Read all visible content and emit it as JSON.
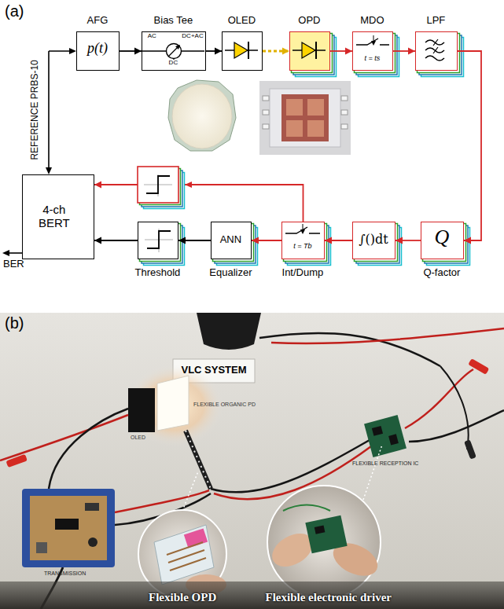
{
  "diagram": {
    "nodes": [
      {
        "text": [
          "AFG",
          "p(t)"
        ]
      },
      {
        "text": [
          "Bias Tee",
          "AC",
          "DC+AC",
          "DC"
        ]
      },
      {
        "text": [
          "OLED"
        ]
      },
      {
        "text": [
          "OPD"
        ]
      },
      {
        "text": [
          "MDO",
          "t = ts"
        ]
      },
      {
        "text": [
          "LPF"
        ]
      },
      {
        "text": [
          "Q",
          "Q-factor"
        ]
      },
      {
        "text": [
          "∫()dt"
        ]
      },
      {
        "text": [
          "t = Tb",
          "Int/Dump"
        ]
      },
      {
        "text": [
          "ANN",
          "Equalizer"
        ]
      },
      {
        "text": [
          "Threshold"
        ]
      },
      {
        "text": [
          "4-ch BERT"
        ]
      }
    ],
    "edges": [
      {
        "from": 0,
        "to": 1,
        "arrow": "to"
      },
      {
        "from": 1,
        "to": 2,
        "arrow": "to"
      },
      {
        "from": 2,
        "to": 3,
        "arrow": "to"
      },
      {
        "from": 3,
        "to": 4,
        "arrow": "to"
      },
      {
        "from": 4,
        "to": 5,
        "arrow": "to"
      },
      {
        "from": 5,
        "to": 6,
        "arrow": "to"
      },
      {
        "from": 6,
        "to": 7,
        "arrow": "to"
      },
      {
        "from": 7,
        "to": 8,
        "arrow": "to"
      },
      {
        "from": 8,
        "to": 9,
        "arrow": "to"
      },
      {
        "from": 9,
        "to": 10,
        "arrow": "to"
      },
      {
        "from": 10,
        "to": 11,
        "arrow": "to"
      },
      {
        "from": 8,
        "to": 11,
        "arrow": "to"
      }
    ],
    "labels": [
      "(a)",
      "REFERENCE PRBS-10",
      "BER",
      "(b)",
      "VLC SYSTEM",
      "OLED",
      "FLEXIBLE ORGANIC PD",
      "TRANSMISSION",
      "FLEXIBLE RECEPTION IC",
      "Flexible OPD",
      "Flexible electronic driver"
    ]
  }
}
